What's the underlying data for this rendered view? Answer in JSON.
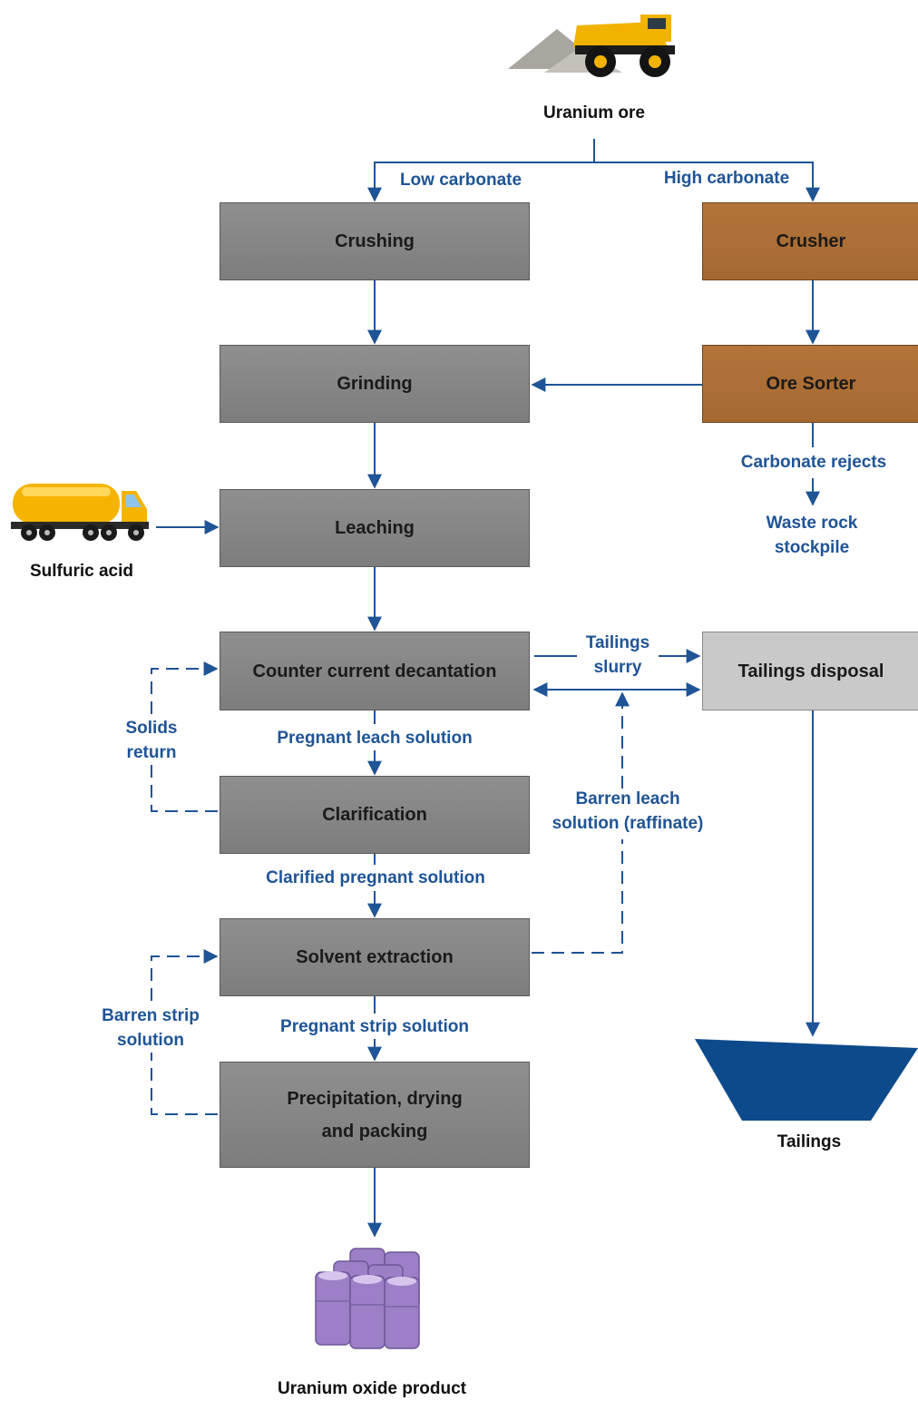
{
  "nodes": {
    "uranium_ore": "Uranium ore",
    "crushing": "Crushing",
    "crusher": "Crusher",
    "grinding": "Grinding",
    "ore_sorter": "Ore Sorter",
    "leaching": "Leaching",
    "ccd": "Counter current decantation",
    "tailings_disposal": "Tailings disposal",
    "clarification": "Clarification",
    "solvent_extraction": "Solvent extraction",
    "precipitation": "Precipitation, drying\nand packing",
    "sulfuric_acid": "Sulfuric acid",
    "tailings": "Tailings",
    "uranium_oxide_product": "Uranium oxide product"
  },
  "edge_labels": {
    "low_carbonate": "Low carbonate",
    "high_carbonate": "High carbonate",
    "carbonate_rejects": "Carbonate rejects",
    "waste_rock_stockpile": "Waste rock\nstockpile",
    "tailings_slurry": "Tailings\nslurry",
    "solids_return": "Solids\nreturn",
    "pregnant_leach_solution": "Pregnant leach solution",
    "barren_leach_solution": "Barren leach\nsolution (raffinate)",
    "clarified_pregnant_solution": "Clarified pregnant solution",
    "barren_strip_solution": "Barren strip\nsolution",
    "pregnant_strip_solution": "Pregnant strip solution"
  },
  "colors": {
    "process_box": "#858585",
    "sorting_box": "#ad6e34",
    "disposal_box": "#c9c9c9",
    "flow_line": "#1f5496",
    "tailings_pond": "#0d4a8c",
    "tanker": "#f5b400",
    "dump_truck": "#f2b300",
    "drums": "#9c7fc6"
  },
  "icons": {
    "ore": "dump-truck-with-ore-pile-icon",
    "acid": "tanker-truck-icon",
    "product": "drum-stack-icon",
    "tailings": "tailings-pond-icon"
  }
}
